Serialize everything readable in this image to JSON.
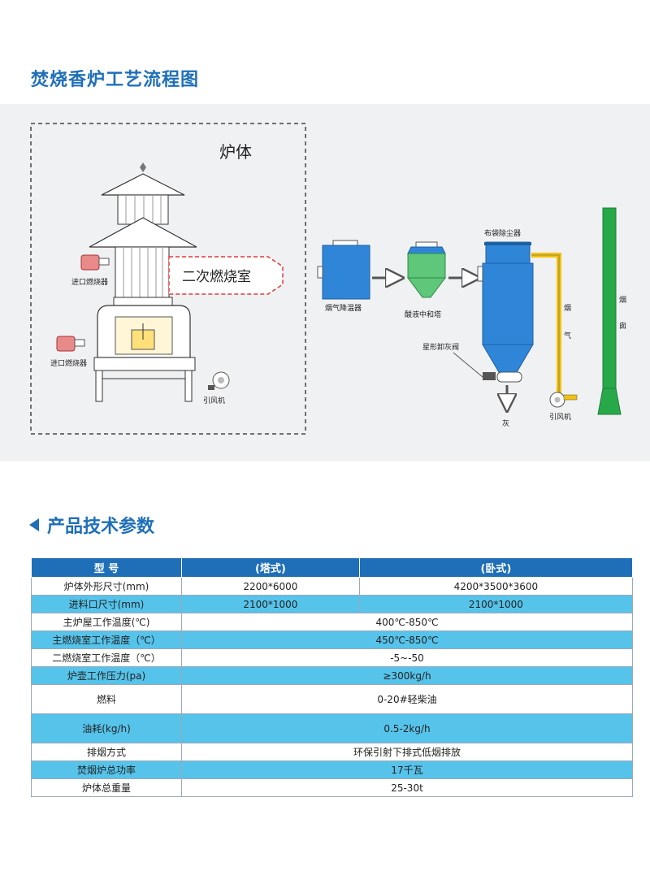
{
  "title": "焚烧香炉工艺流程图",
  "diagram": {
    "furnace_body": "炉体",
    "secondary_chamber": "二次燃烧室",
    "inlet_burner_1": "进口燃烧器",
    "inlet_burner_2": "进口燃烧器",
    "induced_fan_left": "引风机",
    "flue_cooler": "烟气降温器",
    "acid_tower": "酸液中和塔",
    "bag_filter": "布袋除尘器",
    "star_valve": "星形卸灰阀",
    "ash": "灰",
    "flue_label_1": "烟",
    "flue_label_2": "气",
    "induced_fan_right": "引风机",
    "chimney_1": "烟",
    "chimney_2": "囱"
  },
  "section_title": "产品技术参数",
  "table": {
    "headers": [
      "型    号",
      "(塔式)",
      "(卧式)"
    ],
    "rows": [
      {
        "label": "炉体外形尺寸(mm)",
        "tower": "2200*6000",
        "horizontal": "4200*3500*3600"
      },
      {
        "label": "进料口尺寸(mm)",
        "tower": "2100*1000",
        "horizontal": "2100*1000"
      },
      {
        "label": "主炉屋工作温度(℃)",
        "value": "400℃-850℃"
      },
      {
        "label": "主燃烧室工作温度（℃）",
        "value": "450℃-850℃"
      },
      {
        "label": "二燃烧室工作温度（℃）",
        "value": "-5~-50"
      },
      {
        "label": "炉壶工作压力(pa)",
        "value": "≥300kg/h"
      },
      {
        "label": "燃料",
        "value": "0-20#轻柴油"
      },
      {
        "label": "油耗(kg/h)",
        "value": "0.5-2kg/h"
      },
      {
        "label": "排烟方式",
        "value": "环保引射下排式低烟排放"
      },
      {
        "label": "焚烟炉总功率",
        "value": "17千瓦"
      },
      {
        "label": "炉体总重量",
        "value": "25-30t"
      }
    ]
  },
  "colors": {
    "brand": "#1f6fb8",
    "row_blue": "#56c3ea",
    "vessel_blue": "#2f86d9",
    "tower_green": "#27a94a",
    "duct_yellow": "#f2c20d"
  }
}
